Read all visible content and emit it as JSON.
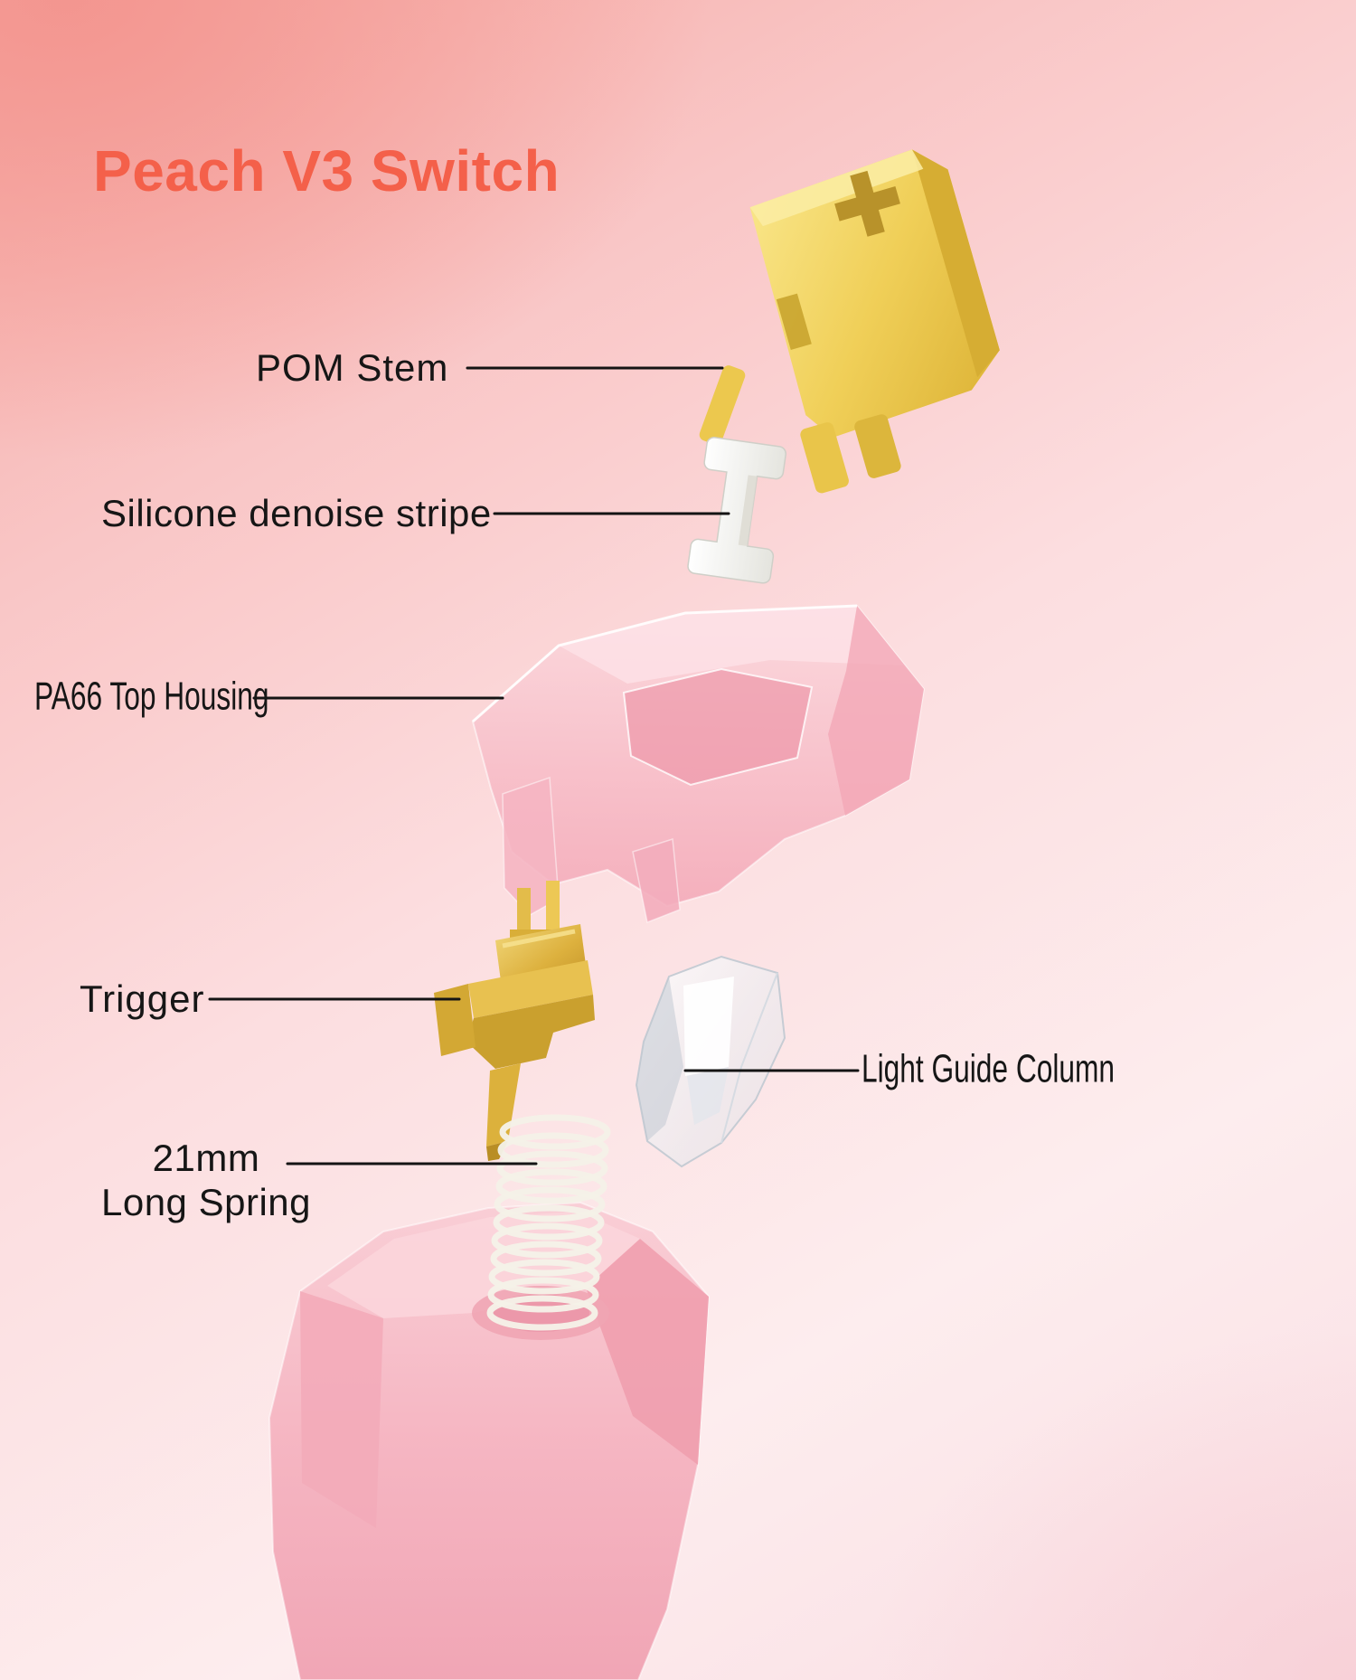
{
  "title": {
    "text": "Peach V3 Switch"
  },
  "labels": {
    "pom_stem": "POM Stem",
    "silicone_stripe": "Silicone denoise stripe",
    "top_housing": "PA66 Top Housing",
    "trigger": "Trigger",
    "light_guide_column": "Light Guide Column",
    "spring_line1": "21mm",
    "spring_line2": "Long Spring"
  },
  "colors": {
    "title_text": "#f4604a",
    "label_text": "#161616",
    "leader_line": "#141414",
    "stem_yellow": "#f0cf58",
    "silicone_white": "#f4f4ef",
    "top_housing_pink": "#f7bcc7",
    "trigger_gold": "#ddb13e",
    "light_guide_clear": "#e9edf2",
    "spring_cream": "#f5f1e8",
    "bottom_housing_pink": "#f5b3c0",
    "background_top_left": "#f6aaa4",
    "background_bottom": "#fdedee"
  }
}
